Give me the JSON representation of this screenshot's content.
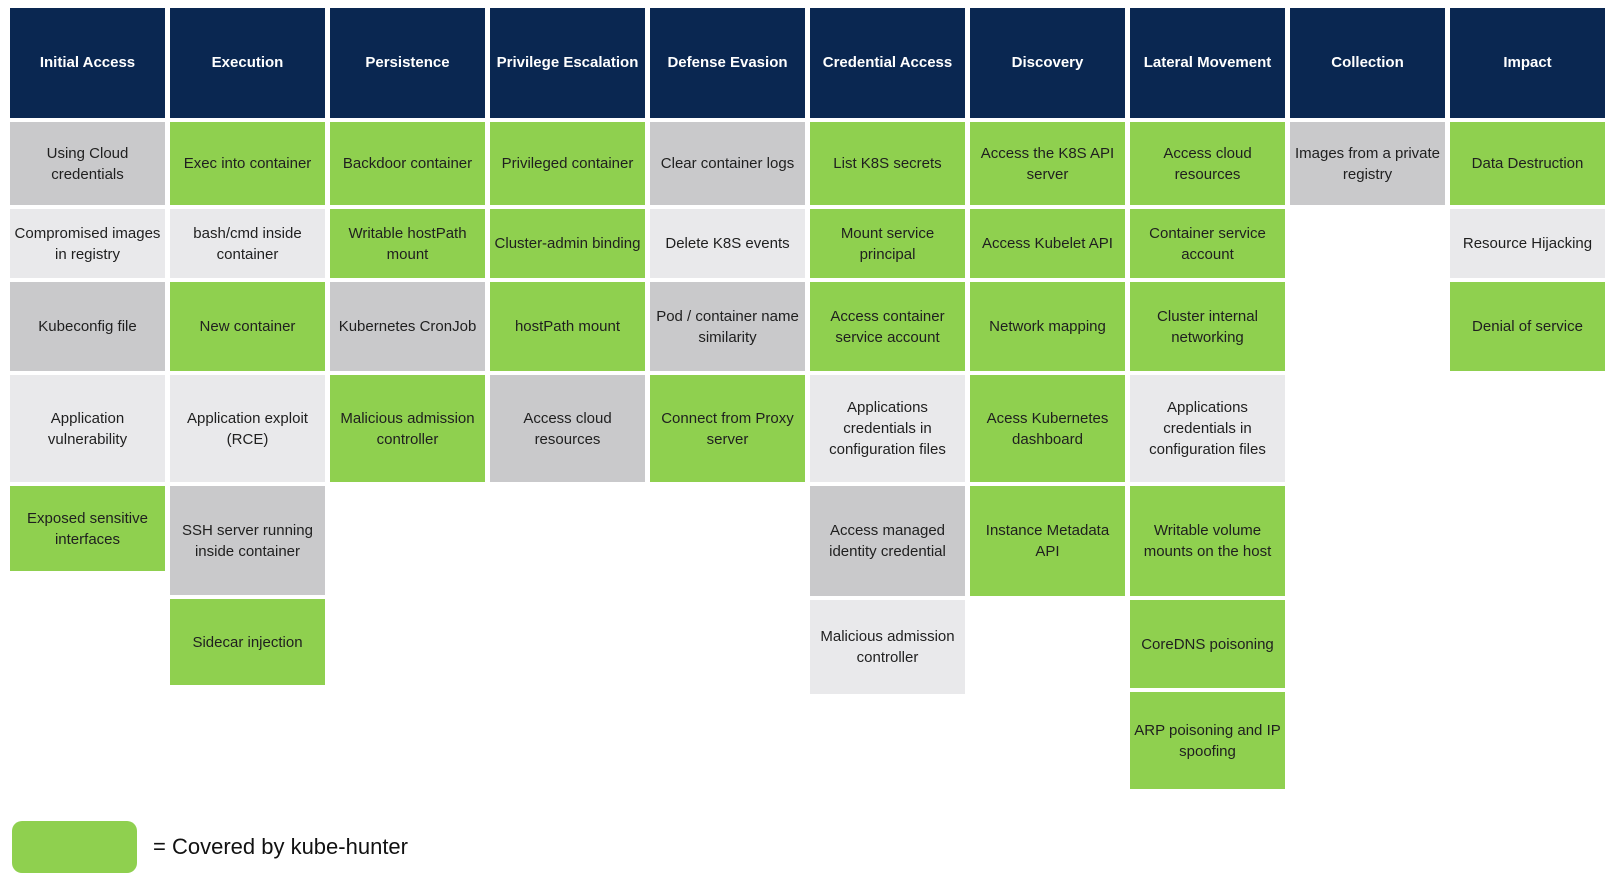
{
  "colors": {
    "navy": "#0a2751",
    "green": "#8fd04f",
    "gray_dark": "#c9c9cb",
    "gray_light": "#e9e9eb"
  },
  "legend": {
    "label": "= Covered by kube-hunter"
  },
  "columns": [
    {
      "title": "Initial Access",
      "cells": [
        {
          "label": "Using Cloud credentials",
          "shade": "gray-dark",
          "height": 83
        },
        {
          "label": "Compromised images in registry",
          "shade": "gray-light",
          "height": 69
        },
        {
          "label": "Kubeconfig file",
          "shade": "gray-dark",
          "height": 89
        },
        {
          "label": "Application vulnerability",
          "shade": "gray-light",
          "height": 107
        },
        {
          "label": "Exposed sensitive interfaces",
          "shade": "green",
          "height": 85
        }
      ]
    },
    {
      "title": "Execution",
      "cells": [
        {
          "label": "Exec into container",
          "shade": "green",
          "height": 83
        },
        {
          "label": "bash/cmd inside container",
          "shade": "gray-light",
          "height": 69
        },
        {
          "label": "New container",
          "shade": "green",
          "height": 89
        },
        {
          "label": "Application exploit (RCE)",
          "shade": "gray-light",
          "height": 107
        },
        {
          "label": "SSH server running inside container",
          "shade": "gray-dark",
          "height": 109
        },
        {
          "label": "Sidecar injection",
          "shade": "green",
          "height": 86
        }
      ]
    },
    {
      "title": "Persistence",
      "cells": [
        {
          "label": "Backdoor container",
          "shade": "green",
          "height": 83
        },
        {
          "label": "Writable hostPath mount",
          "shade": "green",
          "height": 69
        },
        {
          "label": "Kubernetes CronJob",
          "shade": "gray-dark",
          "height": 89
        },
        {
          "label": "Malicious admission controller",
          "shade": "green",
          "height": 107
        }
      ]
    },
    {
      "title": "Privilege Escalation",
      "cells": [
        {
          "label": "Privileged container",
          "shade": "green",
          "height": 83
        },
        {
          "label": "Cluster-admin binding",
          "shade": "green",
          "height": 69
        },
        {
          "label": "hostPath mount",
          "shade": "green",
          "height": 89
        },
        {
          "label": "Access cloud resources",
          "shade": "gray-dark",
          "height": 107
        }
      ]
    },
    {
      "title": "Defense Evasion",
      "cells": [
        {
          "label": "Clear container logs",
          "shade": "gray-dark",
          "height": 83
        },
        {
          "label": "Delete K8S events",
          "shade": "gray-light",
          "height": 69
        },
        {
          "label": "Pod / container name similarity",
          "shade": "gray-dark",
          "height": 89
        },
        {
          "label": "Connect from Proxy server",
          "shade": "green",
          "height": 107
        }
      ]
    },
    {
      "title": "Credential Access",
      "cells": [
        {
          "label": "List K8S secrets",
          "shade": "green",
          "height": 83
        },
        {
          "label": "Mount service principal",
          "shade": "green",
          "height": 69
        },
        {
          "label": "Access container service account",
          "shade": "green",
          "height": 89
        },
        {
          "label": "Applications credentials in configuration files",
          "shade": "gray-light",
          "height": 107
        },
        {
          "label": "Access managed identity credential",
          "shade": "gray-dark",
          "height": 110
        },
        {
          "label": "Malicious admission controller",
          "shade": "gray-light",
          "height": 94
        }
      ]
    },
    {
      "title": "Discovery",
      "cells": [
        {
          "label": "Access the K8S API server",
          "shade": "green",
          "height": 83
        },
        {
          "label": "Access Kubelet API",
          "shade": "green",
          "height": 69
        },
        {
          "label": "Network mapping",
          "shade": "green",
          "height": 89
        },
        {
          "label": "Acess Kubernetes dashboard",
          "shade": "green",
          "height": 107
        },
        {
          "label": "Instance Metadata API",
          "shade": "green",
          "height": 110
        }
      ]
    },
    {
      "title": "Lateral Movement",
      "cells": [
        {
          "label": "Access cloud resources",
          "shade": "green",
          "height": 83
        },
        {
          "label": "Container service account",
          "shade": "green",
          "height": 69
        },
        {
          "label": "Cluster internal networking",
          "shade": "green",
          "height": 89
        },
        {
          "label": "Applications credentials in configuration files",
          "shade": "gray-light",
          "height": 107
        },
        {
          "label": "Writable volume mounts on the host",
          "shade": "green",
          "height": 110
        },
        {
          "label": "CoreDNS poisoning",
          "shade": "green",
          "height": 88
        },
        {
          "label": "ARP poisoning and IP spoofing",
          "shade": "green",
          "height": 97
        }
      ]
    },
    {
      "title": "Collection",
      "cells": [
        {
          "label": "Images from a private registry",
          "shade": "gray-dark",
          "height": 83
        }
      ]
    },
    {
      "title": "Impact",
      "cells": [
        {
          "label": "Data Destruction",
          "shade": "green",
          "height": 83
        },
        {
          "label": "Resource Hijacking",
          "shade": "gray-light",
          "height": 69
        },
        {
          "label": "Denial of service",
          "shade": "green",
          "height": 89
        }
      ]
    }
  ]
}
